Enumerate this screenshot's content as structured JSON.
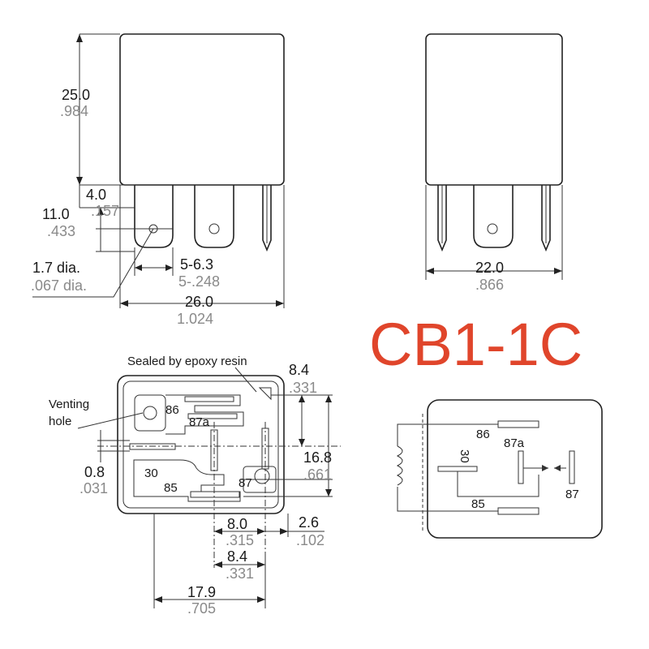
{
  "model": "CB1-1C",
  "front_view": {
    "height_mm": "25.0",
    "height_in": ".984",
    "pin_offset_mm": "4.0",
    "pin_offset_in": ".157",
    "hole_height_mm": "11.0",
    "hole_height_in": ".433",
    "hole_dia_mm": "1.7 dia.",
    "hole_dia_in": ".067 dia.",
    "tab_width_mm": "5-6.3",
    "tab_width_in": "5-.248",
    "width_mm": "26.0",
    "width_in": "1.024"
  },
  "side_view": {
    "depth_mm": "22.0",
    "depth_in": ".866"
  },
  "bottom_view": {
    "note_sealed": "Sealed by epoxy resin",
    "note_venting_1": "Venting",
    "note_venting_2": "hole",
    "dim_84_top_mm": "8.4",
    "dim_84_top_in": ".331",
    "dim_168_mm": "16.8",
    "dim_168_in": ".661",
    "dim_08_mm": "0.8",
    "dim_08_in": ".031",
    "dim_80_mm": "8.0",
    "dim_80_in": ".315",
    "dim_26_mm": "2.6",
    "dim_26_in": ".102",
    "dim_84_bot_mm": "8.4",
    "dim_84_bot_in": ".331",
    "dim_179_mm": "17.9",
    "dim_179_in": ".705",
    "pins": {
      "p86": "86",
      "p87a": "87a",
      "p30": "30",
      "p85": "85",
      "p87": "87"
    }
  },
  "schematic": {
    "pins": {
      "p86": "86",
      "p87a": "87a",
      "p30": "30",
      "p85": "85",
      "p87": "87"
    }
  }
}
